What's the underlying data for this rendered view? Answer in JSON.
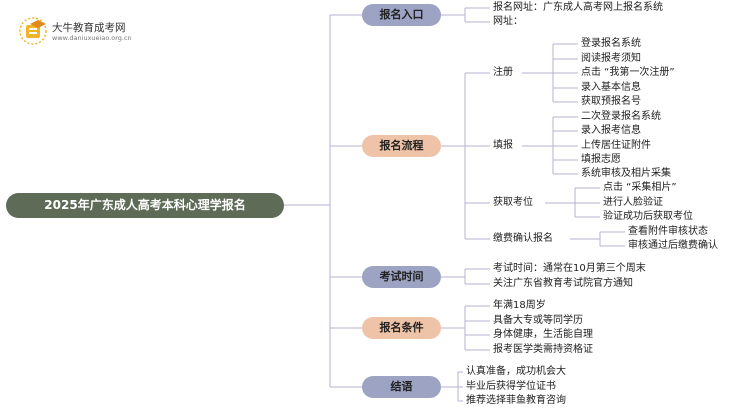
{
  "brand": {
    "name": "大牛教育成考网",
    "url": "www.daniuxueiao.org.cn",
    "icon": "graduation-badge-icon"
  },
  "root": "2025年广东成人高考本科心理学报名",
  "branches": [
    {
      "label": "报名入口",
      "items": [
        "报名网址：广东成人高考网上报名系统",
        "网址："
      ]
    },
    {
      "label": "报名流程",
      "groups": [
        {
          "label": "注册",
          "items": [
            "登录报名系统",
            "阅读报考须知",
            "点击 “我第一次注册”",
            "录入基本信息",
            "获取预报名号"
          ]
        },
        {
          "label": "填报",
          "items": [
            "二次登录报名系统",
            "录入报考信息",
            "上传居住证附件",
            "填报志愿",
            "系统审核及相片采集"
          ]
        },
        {
          "label": "获取考位",
          "items": [
            "点击 “采集相片”",
            "进行人脸验证",
            "验证成功后获取考位"
          ]
        },
        {
          "label": "缴费确认报名",
          "items": [
            "查看附件审核状态",
            "审核通过后缴费确认"
          ]
        }
      ]
    },
    {
      "label": "考试时间",
      "items": [
        "考试时间：通常在10月第三个周末",
        "关注广东省教育考试院官方通知"
      ]
    },
    {
      "label": "报名条件",
      "items": [
        "年满18周岁",
        "具备大专或等同学历",
        "身体健康，生活能自理",
        "报考医学类需持资格证"
      ]
    },
    {
      "label": "结语",
      "items": [
        "认真准备，成功机会大",
        "毕业后获得学位证书",
        "推荐选择菲鱼教育咨询"
      ]
    }
  ],
  "colors": {
    "root_bg": "#5d6b57",
    "branch_gray": "#9ca3c3",
    "branch_peach": "#efc3a8",
    "line": "#b9b2cf",
    "logo_gold": "#f0b429"
  }
}
